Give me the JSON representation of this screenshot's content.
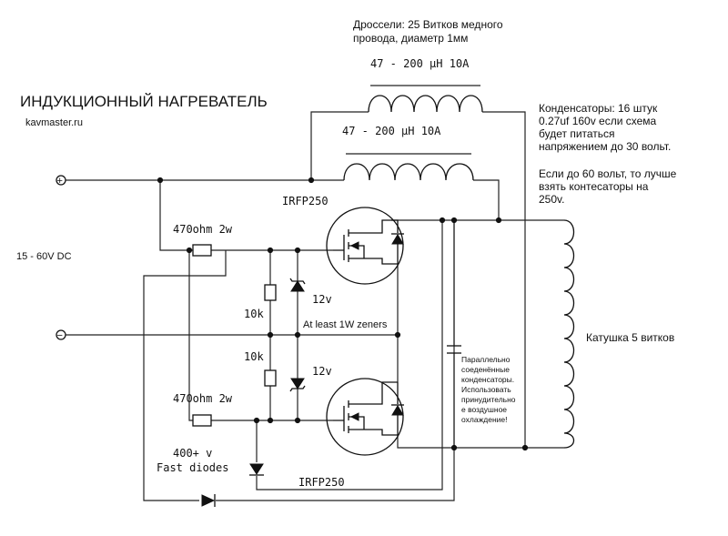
{
  "title": "ИНДУКЦИОННЫЙ НАГРЕВАТЕЛЬ",
  "site": "kavmaster.ru",
  "chokes_note": [
    "Дроссели: 25 Витков медного",
    "провода, диаметр 1мм"
  ],
  "choke_top_label": "47 - 200 μH 10A",
  "choke_bottom_label": "47 - 200 μH 10A",
  "cap_note": [
    "Конденсаторы: 16 штук",
    "0.27uf 160v если схема",
    "будет питаться",
    "напряжением до 30 вольт.",
    "",
    "Если до 60 вольт, то лучше",
    "взять контесаторы на",
    "250v."
  ],
  "supply_label": "15 - 60V DC",
  "plus_symbol": "+",
  "minus_symbol": "−",
  "mosfet_top_label": "IRFP250",
  "mosfet_bottom_label": "IRFP250",
  "res_top_label": "470ohm 2w",
  "res_bottom_label": "470ohm 2w",
  "res10k_top_label": "10k",
  "res10k_bottom_label": "10k",
  "zener_top_label": "12v",
  "zener_bottom_label": "12v",
  "zener_note": "At least 1W zeners",
  "parallel_cap_note": [
    "Параллельно",
    "соеденённые",
    "конденсаторы.",
    "Использовать",
    "принудительно",
    "е воздушное",
    "охлаждение!"
  ],
  "coil_label": "Катушка 5 витков",
  "diodes_note": [
    "400+ v",
    "Fast diodes"
  ]
}
